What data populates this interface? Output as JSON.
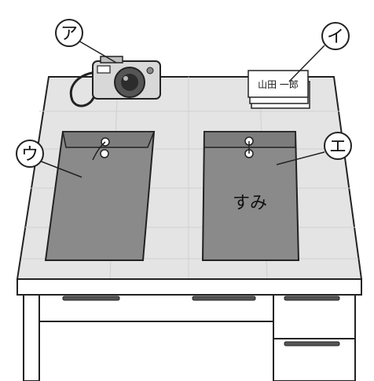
{
  "callouts": {
    "a": "ア",
    "i": "イ",
    "u": "ウ",
    "e": "エ"
  },
  "name_card": {
    "text": "山田 一郎"
  },
  "envelope_right": {
    "text": "すみ"
  },
  "colors": {
    "envelope": "#8a8a8a",
    "desk_top": "#e4e4e4",
    "outline": "#222222"
  }
}
